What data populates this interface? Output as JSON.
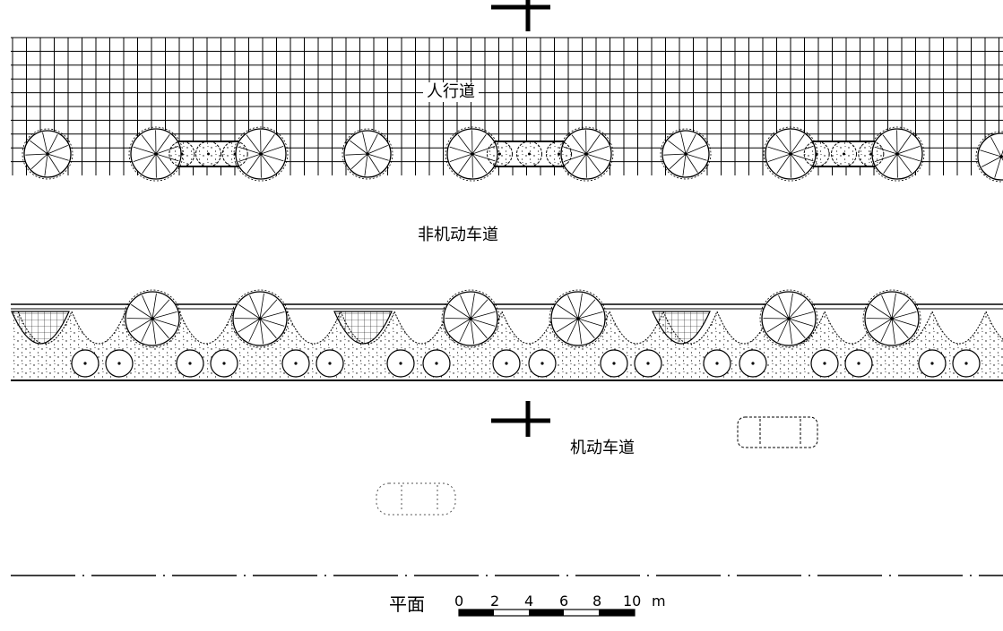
{
  "labels": {
    "pedestrian_way": "人行道",
    "bicycle_lane": "非机动车道",
    "motor_lane": "机动车道",
    "plan_title": "平面"
  },
  "scale_bar": {
    "ticks": [
      "0",
      "2",
      "4",
      "6",
      "8",
      "10"
    ],
    "unit": "m"
  },
  "colors": {
    "ink": "#000000",
    "paper": "#ffffff"
  }
}
